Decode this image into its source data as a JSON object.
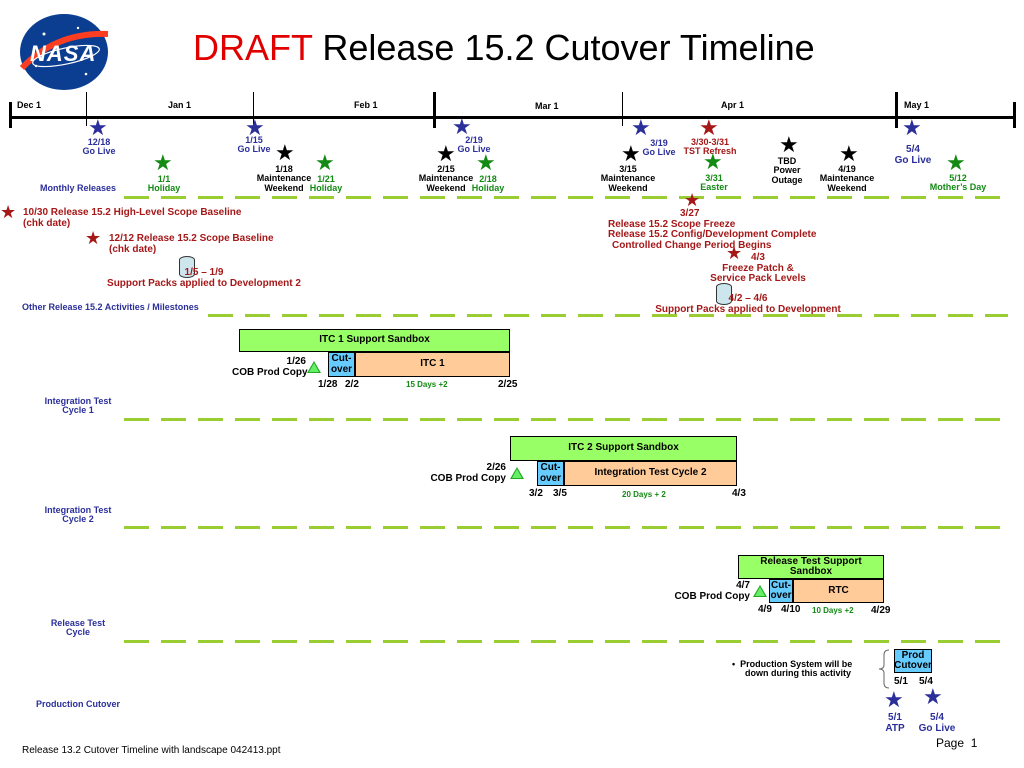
{
  "title": {
    "draft": "DRAFT",
    "rest": "Release 15.2 Cutover Timeline"
  },
  "logo": {
    "text": "NASA"
  },
  "timeline": {
    "months": [
      "Dec 1",
      "Jan 1",
      "Feb 1",
      "Mar 1",
      "Apr 1",
      "May 1"
    ]
  },
  "milestones": {
    "m1218": [
      "12/18",
      "Go Live"
    ],
    "m0101": [
      "1/1",
      "Holiday"
    ],
    "m0115": [
      "1/15",
      "Go Live"
    ],
    "m0118": [
      "1/18",
      "Maintenance",
      "Weekend"
    ],
    "m0121": [
      "1/21",
      "Holiday"
    ],
    "m0215": [
      "2/15",
      "Maintenance",
      "Weekend"
    ],
    "m0219": [
      "2/19",
      "Go Live"
    ],
    "m0218": [
      "2/18",
      "Holiday"
    ],
    "m0315": [
      "3/15",
      "Maintenance",
      "Weekend"
    ],
    "m0319": [
      "3/19",
      "Go Live"
    ],
    "m0330": [
      "3/30-3/31",
      "TST Refresh"
    ],
    "m0331": [
      "3/31",
      "Easter"
    ],
    "mtbd": [
      "TBD",
      "Power",
      "Outage"
    ],
    "m0419": [
      "4/19",
      "Maintenance",
      "Weekend"
    ],
    "m0504": [
      "5/4",
      "Go Live"
    ],
    "m0512": [
      "5/12",
      "Mother’s Day"
    ]
  },
  "rows": {
    "monthly": "Monthly Releases",
    "other": "Other Release 15.2 Activities / Milestones",
    "itc1": [
      "Integration Test",
      "Cycle 1"
    ],
    "itc2": [
      "Integration Test",
      "Cycle 2"
    ],
    "rtc": [
      "Release Test",
      "Cycle"
    ],
    "prod": "Production Cutover"
  },
  "activities": {
    "a1030": [
      "10/30 Release 15.2 High-Level Scope Baseline",
      "(chk date)"
    ],
    "a1212": [
      "12/12 Release 15.2 Scope Baseline",
      "(chk date)"
    ],
    "a0105": [
      "1/5 – 1/9",
      "Support Packs applied to Development 2"
    ],
    "a0327": [
      "3/27",
      "Release 15.2 Scope Freeze",
      "Release 15.2 Config/Development Complete",
      "Controlled Change Period Begins"
    ],
    "a0403": [
      "4/3",
      "Freeze Patch &",
      "Service Pack Levels"
    ],
    "a0402": [
      "4/2 – 4/6",
      "Support Packs applied to Development"
    ]
  },
  "itc1": {
    "sandbox": "ITC 1 Support Sandbox",
    "cutover": [
      "Cut-",
      "over"
    ],
    "bar": "ITC 1",
    "copy": [
      "1/26",
      "COB Prod Copy"
    ],
    "d1": "1/28",
    "d2": "2/2",
    "duration": "15 Days +2",
    "end": "2/25"
  },
  "itc2": {
    "sandbox": "ITC 2 Support Sandbox",
    "cutover": [
      "Cut-",
      "over"
    ],
    "bar": "Integration Test Cycle 2",
    "copy": [
      "2/26",
      "COB Prod Copy"
    ],
    "d1": "3/2",
    "d2": "3/5",
    "duration": "20 Days + 2",
    "end": "4/3"
  },
  "rtc": {
    "sandbox": [
      "Release Test Support",
      "Sandbox"
    ],
    "cutover": [
      "Cut-",
      "over"
    ],
    "bar": "RTC",
    "copy": [
      "4/7",
      "COB Prod Copy"
    ],
    "d1": "4/9",
    "d2": "4/10",
    "duration": "10 Days +2",
    "end": "4/29"
  },
  "prod": {
    "box": [
      "Prod",
      "Cutover"
    ],
    "d1": "5/1",
    "d2": "5/4",
    "note": [
      "Production System will be",
      "down during this activity"
    ],
    "atp": [
      "5/1",
      "ATP"
    ],
    "golive": [
      "5/4",
      "Go Live"
    ]
  },
  "footer": {
    "file": "Release 13.2 Cutover Timeline with landscape 042413.ppt",
    "page_label": "Page",
    "page_num": "1"
  },
  "colors": {
    "draft": "#e00000",
    "blue_star": "#2b2f9a",
    "green_star": "#138a13",
    "red_star": "#a51818",
    "dash": "#9acd32",
    "sandbox": "#99ff66",
    "bar": "#ffcc99",
    "cutover": "#66ccff"
  }
}
